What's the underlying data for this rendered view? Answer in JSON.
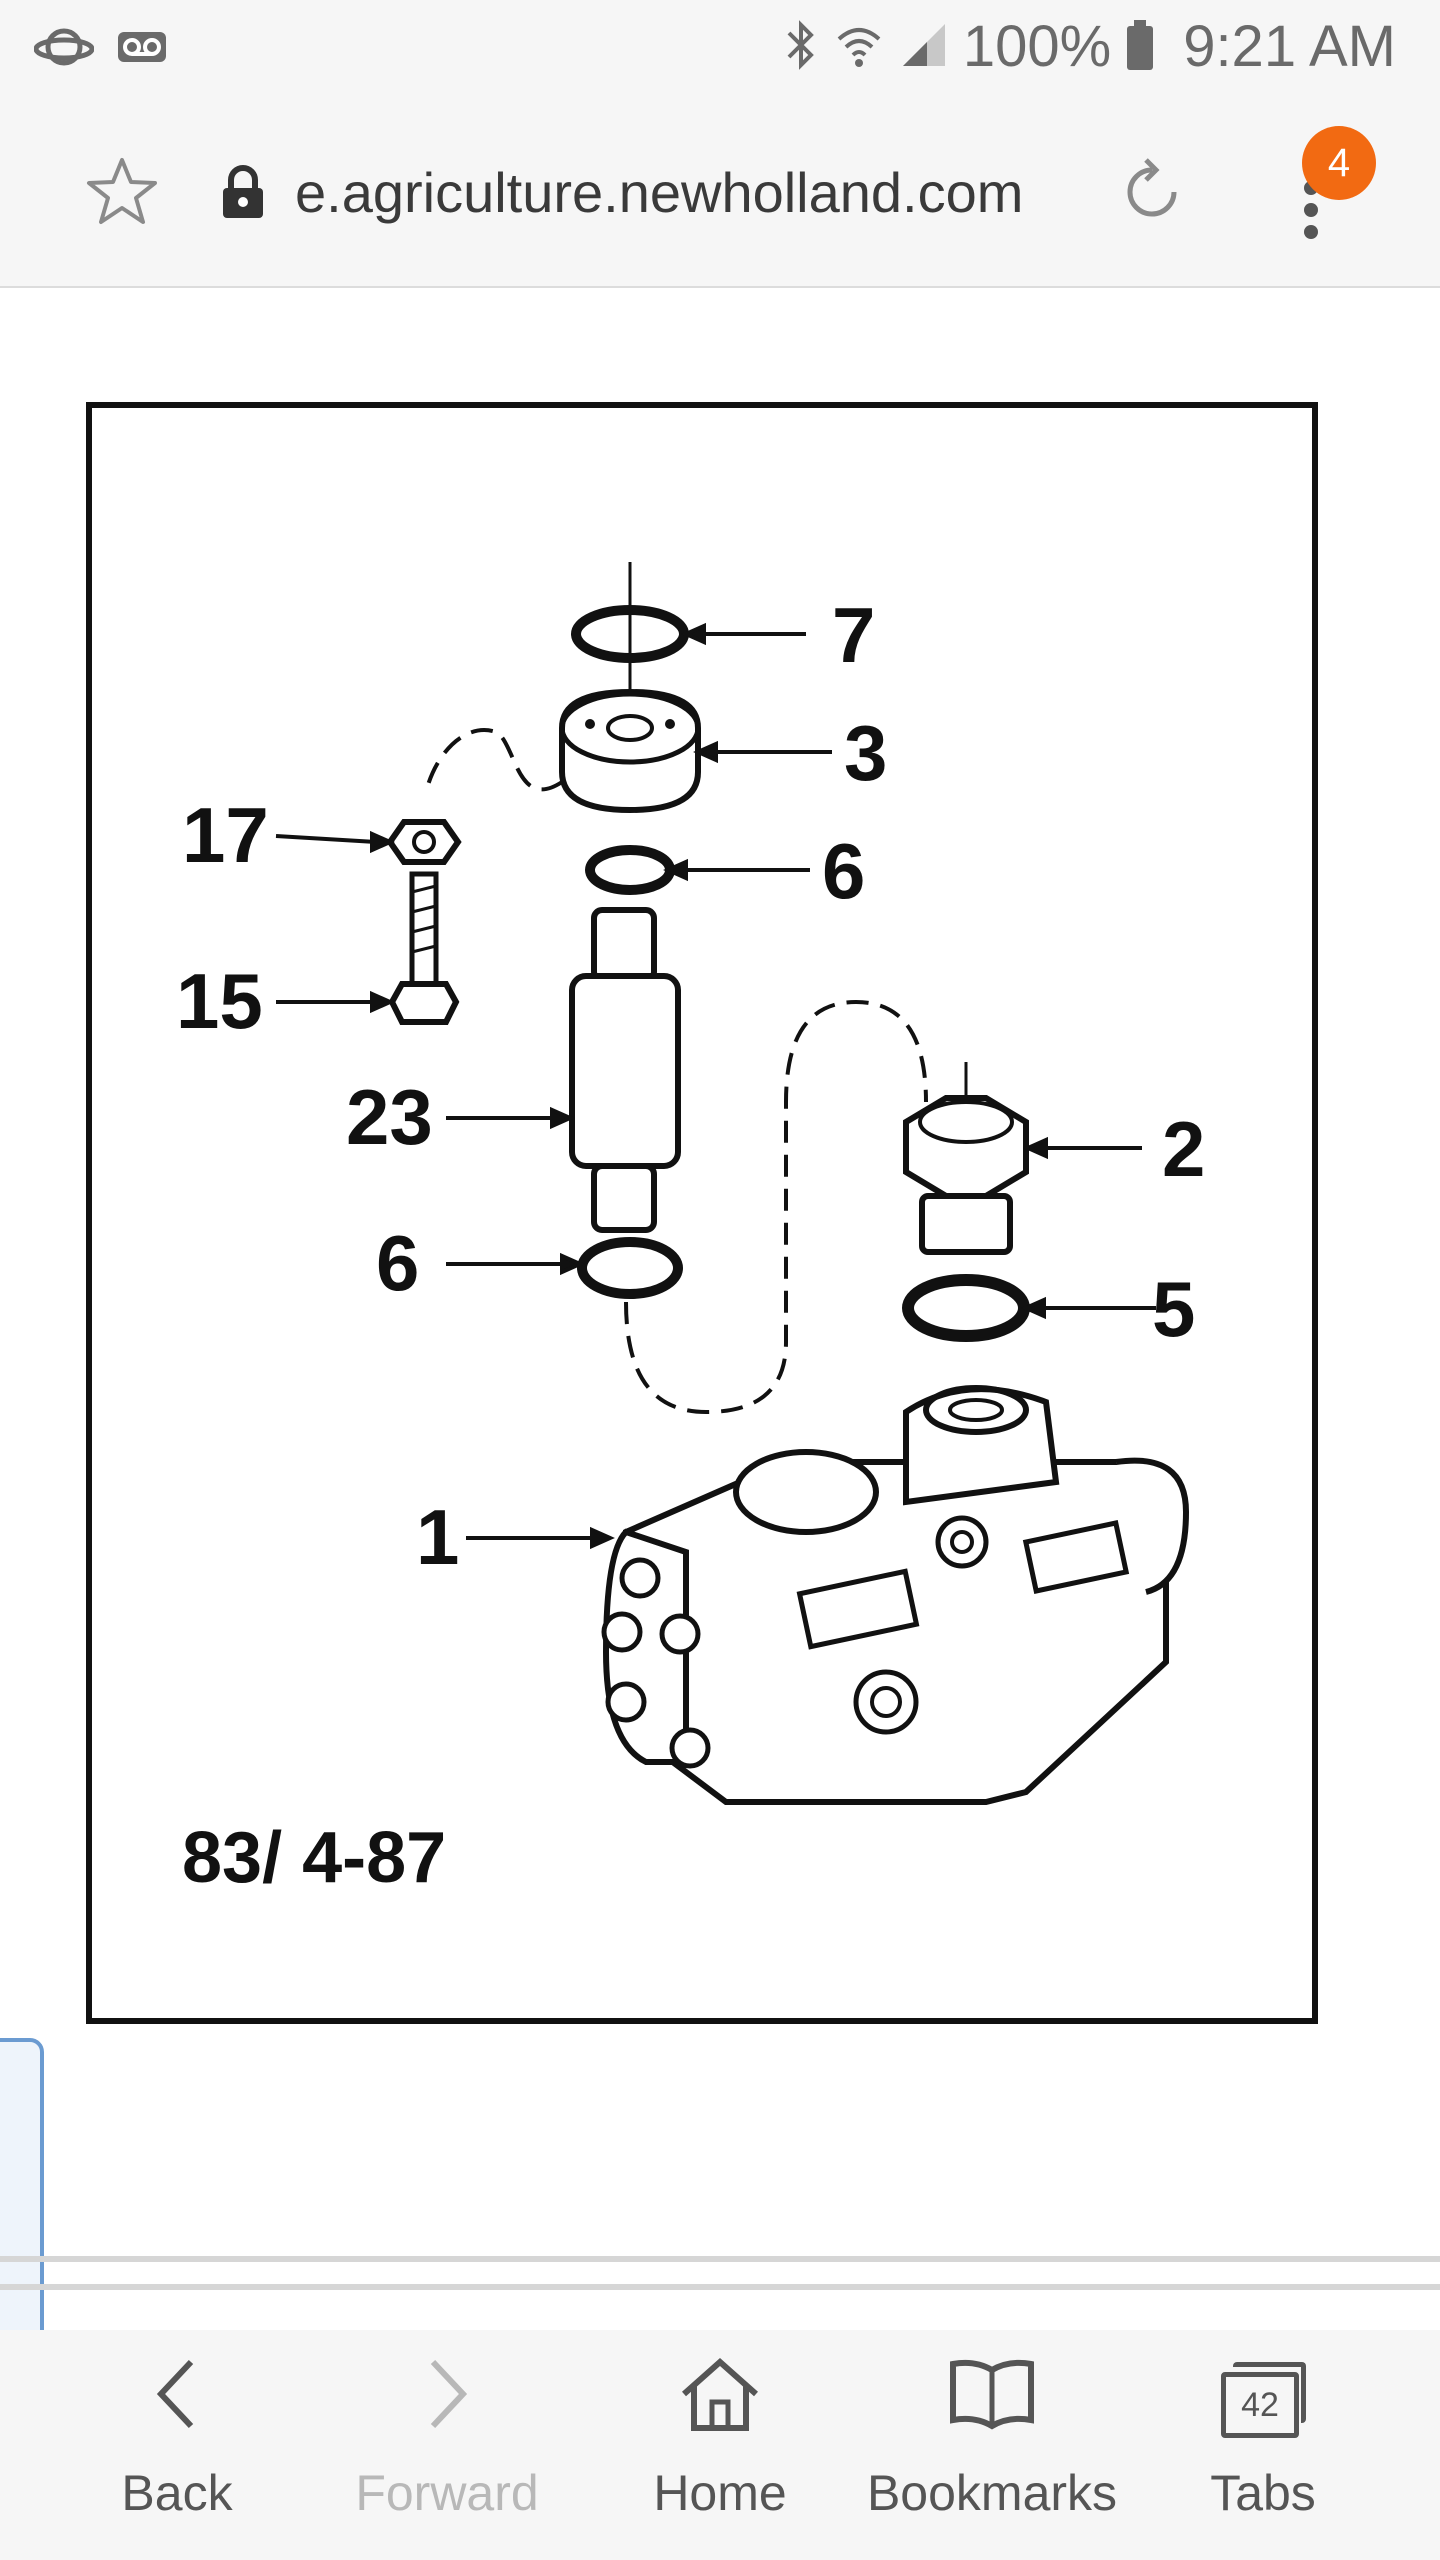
{
  "status_bar": {
    "battery": "100%",
    "time": "9:21 AM",
    "left_icons": [
      "planet-icon",
      "voicemail-icon"
    ],
    "right_icons": [
      "bluetooth-icon",
      "wifi-icon",
      "signal-icon",
      "battery-icon"
    ]
  },
  "browser": {
    "url": "e.agriculture.newholland.com",
    "notification_count": "4"
  },
  "diagram": {
    "callouts": {
      "c7": "7",
      "c3": "3",
      "c17": "17",
      "c6a": "6",
      "c15": "15",
      "c23": "23",
      "c2": "2",
      "c6b": "6",
      "c5": "5",
      "c1": "1"
    },
    "reference": "83/ 4-87"
  },
  "bottom_nav": {
    "back": "Back",
    "forward": "Forward",
    "home": "Home",
    "bookmarks": "Bookmarks",
    "tabs": "Tabs",
    "tab_count": "42"
  },
  "colors": {
    "accent": "#f26a12",
    "bar_bg": "#f6f6f6",
    "side_tab_border": "#6b9bd1"
  }
}
